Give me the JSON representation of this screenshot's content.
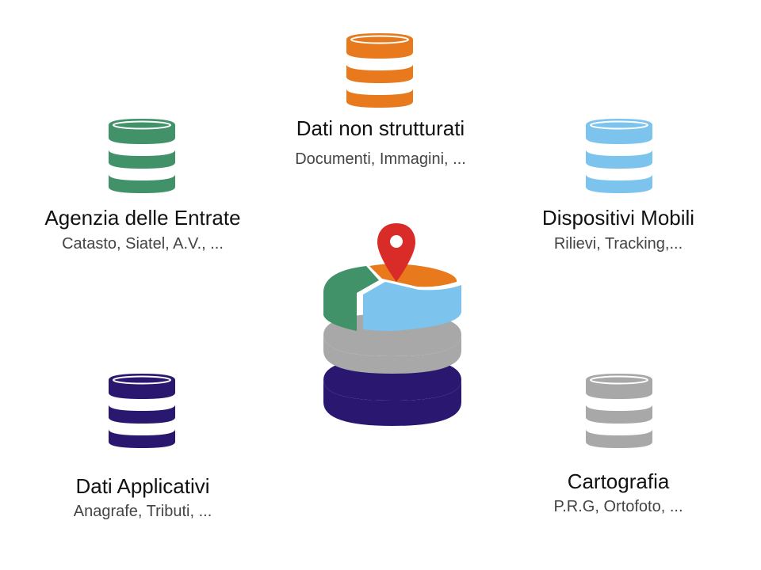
{
  "nodes": [
    {
      "id": "dati-non-strutturati",
      "title": "Dati non strutturati",
      "subtitle": "Documenti, Immagini, ...",
      "color": "#E8791C",
      "icon": "database-icon"
    },
    {
      "id": "agenzia-entrate",
      "title": "Agenzia delle Entrate",
      "subtitle": "Catasto, Siatel, A.V., ...",
      "color": "#419169",
      "icon": "database-icon"
    },
    {
      "id": "dispositivi-mobili",
      "title": "Dispositivi Mobili",
      "subtitle": "Rilievi, Tracking,...",
      "color": "#7CC3EE",
      "icon": "database-icon"
    },
    {
      "id": "dati-applicativi",
      "title": "Dati Applicativi",
      "subtitle": "Anagrafe, Tributi, ...",
      "color": "#2A1870",
      "icon": "database-icon"
    },
    {
      "id": "cartografia",
      "title": "Cartografia",
      "subtitle": "P.R.G, Ortofoto, ...",
      "color": "#A8A8A8",
      "icon": "database-icon"
    }
  ],
  "center": {
    "icon": "integrated-database-map-pin-icon",
    "pin_color": "#D92B27",
    "colors": [
      "#419169",
      "#E8791C",
      "#7CC3EE",
      "#A8A8A8",
      "#2A1870"
    ]
  }
}
